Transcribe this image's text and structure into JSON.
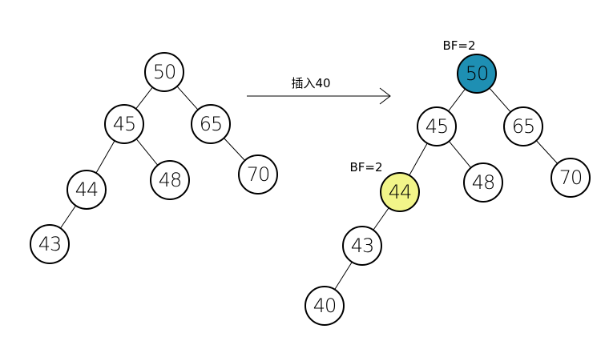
{
  "operation": {
    "label": "插入40"
  },
  "trees": {
    "before": {
      "nodes": [
        {
          "id": "b50",
          "value": "50"
        },
        {
          "id": "b45",
          "value": "45"
        },
        {
          "id": "b65",
          "value": "65"
        },
        {
          "id": "b44",
          "value": "44"
        },
        {
          "id": "b48",
          "value": "48"
        },
        {
          "id": "b70",
          "value": "70"
        },
        {
          "id": "b43",
          "value": "43"
        }
      ]
    },
    "after": {
      "nodes": [
        {
          "id": "a50",
          "value": "50",
          "highlight": "#1e8fb3"
        },
        {
          "id": "a45",
          "value": "45"
        },
        {
          "id": "a65",
          "value": "65"
        },
        {
          "id": "a44",
          "value": "44",
          "highlight": "#f2f589"
        },
        {
          "id": "a48",
          "value": "48"
        },
        {
          "id": "a70",
          "value": "70"
        },
        {
          "id": "a43",
          "value": "43"
        },
        {
          "id": "a40",
          "value": "40"
        }
      ],
      "annotations": [
        {
          "id": "bf-root",
          "text": "BF=2"
        },
        {
          "id": "bf-44",
          "text": "BF=2"
        }
      ]
    }
  },
  "colors": {
    "node_stroke": "#000000",
    "node_fill": "#ffffff",
    "edge": "#000000",
    "imbalance_root": "#1e8fb3",
    "imbalance_child": "#f2f589"
  }
}
